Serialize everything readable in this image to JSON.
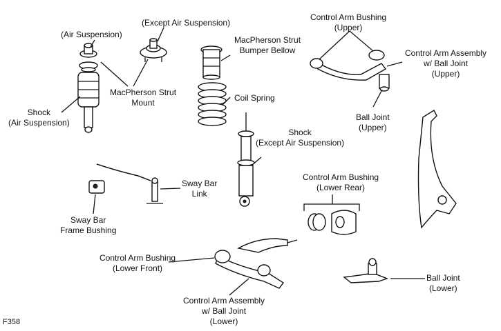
{
  "labels": {
    "except_air_mount": [
      "(Except Air Suspension)"
    ],
    "air_mount": [
      "(Air Suspension)"
    ],
    "strut_mount": [
      "MacPherson Strut",
      "Mount"
    ],
    "bumper_bellow": [
      "MacPherson Strut",
      "Bumper Bellow"
    ],
    "coil_spring": [
      "Coil Spring"
    ],
    "shock_air": [
      "Shock",
      "(Air Suspension)"
    ],
    "shock_except_air": [
      "Shock",
      "(Except Air Suspension)"
    ],
    "upper_bushing": [
      "Control Arm Bushing",
      "(Upper)"
    ],
    "upper_arm_assembly": [
      "Control Arm Assembly",
      "w/ Ball Joint",
      "(Upper)"
    ],
    "upper_ball_joint": [
      "Ball Joint",
      "(Upper)"
    ],
    "sway_bar_link": [
      "Sway Bar",
      "Link"
    ],
    "sway_bar_bushing": [
      "Sway Bar",
      "Frame Bushing"
    ],
    "lower_rear_bushing": [
      "Control Arm Bushing",
      "(Lower Rear)"
    ],
    "lower_front_bushing": [
      "Control Arm Bushing",
      "(Lower Front)"
    ],
    "lower_arm_assembly": [
      "Control Arm Assembly",
      "w/ Ball Joint",
      "(Lower)"
    ],
    "lower_ball_joint": [
      "Ball Joint",
      "(Lower)"
    ]
  },
  "figure_code": "F358"
}
